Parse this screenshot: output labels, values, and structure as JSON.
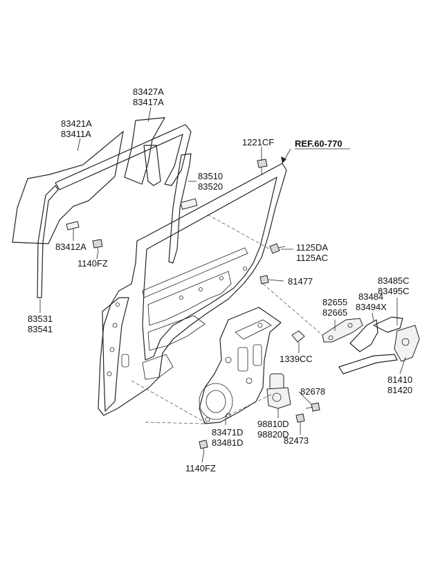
{
  "ref_label": "REF.60-770",
  "labels": {
    "p83427A": "83427A",
    "p83417A": "83417A",
    "p83421A": "83421A",
    "p83411A": "83411A",
    "p1221CF": "1221CF",
    "p83510": "83510",
    "p83520": "83520",
    "p83412A": "83412A",
    "p1140FZ_top": "1140FZ",
    "p1125DA": "1125DA",
    "p1125AC": "1125AC",
    "p81477": "81477",
    "p83485C": "83485C",
    "p83495C": "83495C",
    "p82655": "82655",
    "p82665": "82665",
    "p83484": "83484",
    "p83494X": "83494X",
    "p83531": "83531",
    "p83541": "83541",
    "p1339CC": "1339CC",
    "p81410": "81410",
    "p81420": "81420",
    "p82678": "82678",
    "p83471D": "83471D",
    "p83481D": "83481D",
    "p98810D": "98810D",
    "p98820D": "98820D",
    "p82473": "82473",
    "p1140FZ_bottom": "1140FZ"
  }
}
